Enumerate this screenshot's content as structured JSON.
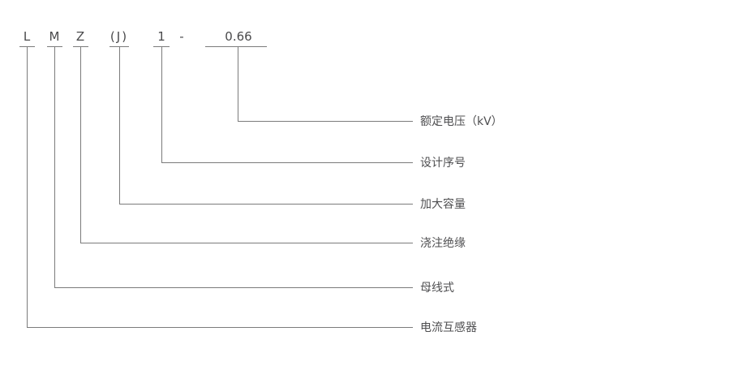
{
  "designation": {
    "full_code": "LMZ(J)1-0.66",
    "parts": [
      {
        "symbol": "L",
        "meaning": "电流互感器"
      },
      {
        "symbol": "M",
        "meaning": "母线式"
      },
      {
        "symbol": "Z",
        "meaning": "浇注绝缘"
      },
      {
        "symbol": "(J)",
        "meaning": "加大容量"
      },
      {
        "symbol": "1",
        "meaning": "设计序号"
      },
      {
        "symbol": "-",
        "meaning": ""
      },
      {
        "symbol": "0.66",
        "meaning": "额定电压（kV）"
      }
    ]
  },
  "colors": {
    "background": "#ffffff",
    "text": "#4a4a4c",
    "line": "#7b7b7b"
  }
}
